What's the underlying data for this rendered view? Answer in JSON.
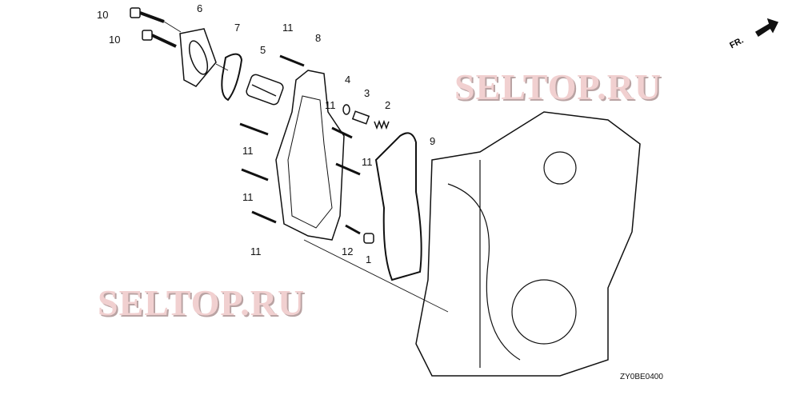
{
  "diagram": {
    "callouts": [
      {
        "id": "c10a",
        "text": "10"
      },
      {
        "id": "c10b",
        "text": "10"
      },
      {
        "id": "c6",
        "text": "6"
      },
      {
        "id": "c7",
        "text": "7"
      },
      {
        "id": "c11a",
        "text": "11"
      },
      {
        "id": "c8",
        "text": "8"
      },
      {
        "id": "c5",
        "text": "5"
      },
      {
        "id": "c4",
        "text": "4"
      },
      {
        "id": "c3",
        "text": "3"
      },
      {
        "id": "c2",
        "text": "2"
      },
      {
        "id": "c9",
        "text": "9"
      },
      {
        "id": "c11b",
        "text": "11"
      },
      {
        "id": "c11c",
        "text": "11"
      },
      {
        "id": "c11d",
        "text": "11"
      },
      {
        "id": "c11e",
        "text": "11"
      },
      {
        "id": "c11f",
        "text": "11"
      },
      {
        "id": "c12",
        "text": "12"
      },
      {
        "id": "c1",
        "text": "1"
      }
    ],
    "direction_label": "FR.",
    "diagram_code": "ZY0BE0400",
    "watermark": "SELTOP.RU"
  },
  "colors": {
    "line": "#111111",
    "watermark": "#f1d0d0"
  }
}
